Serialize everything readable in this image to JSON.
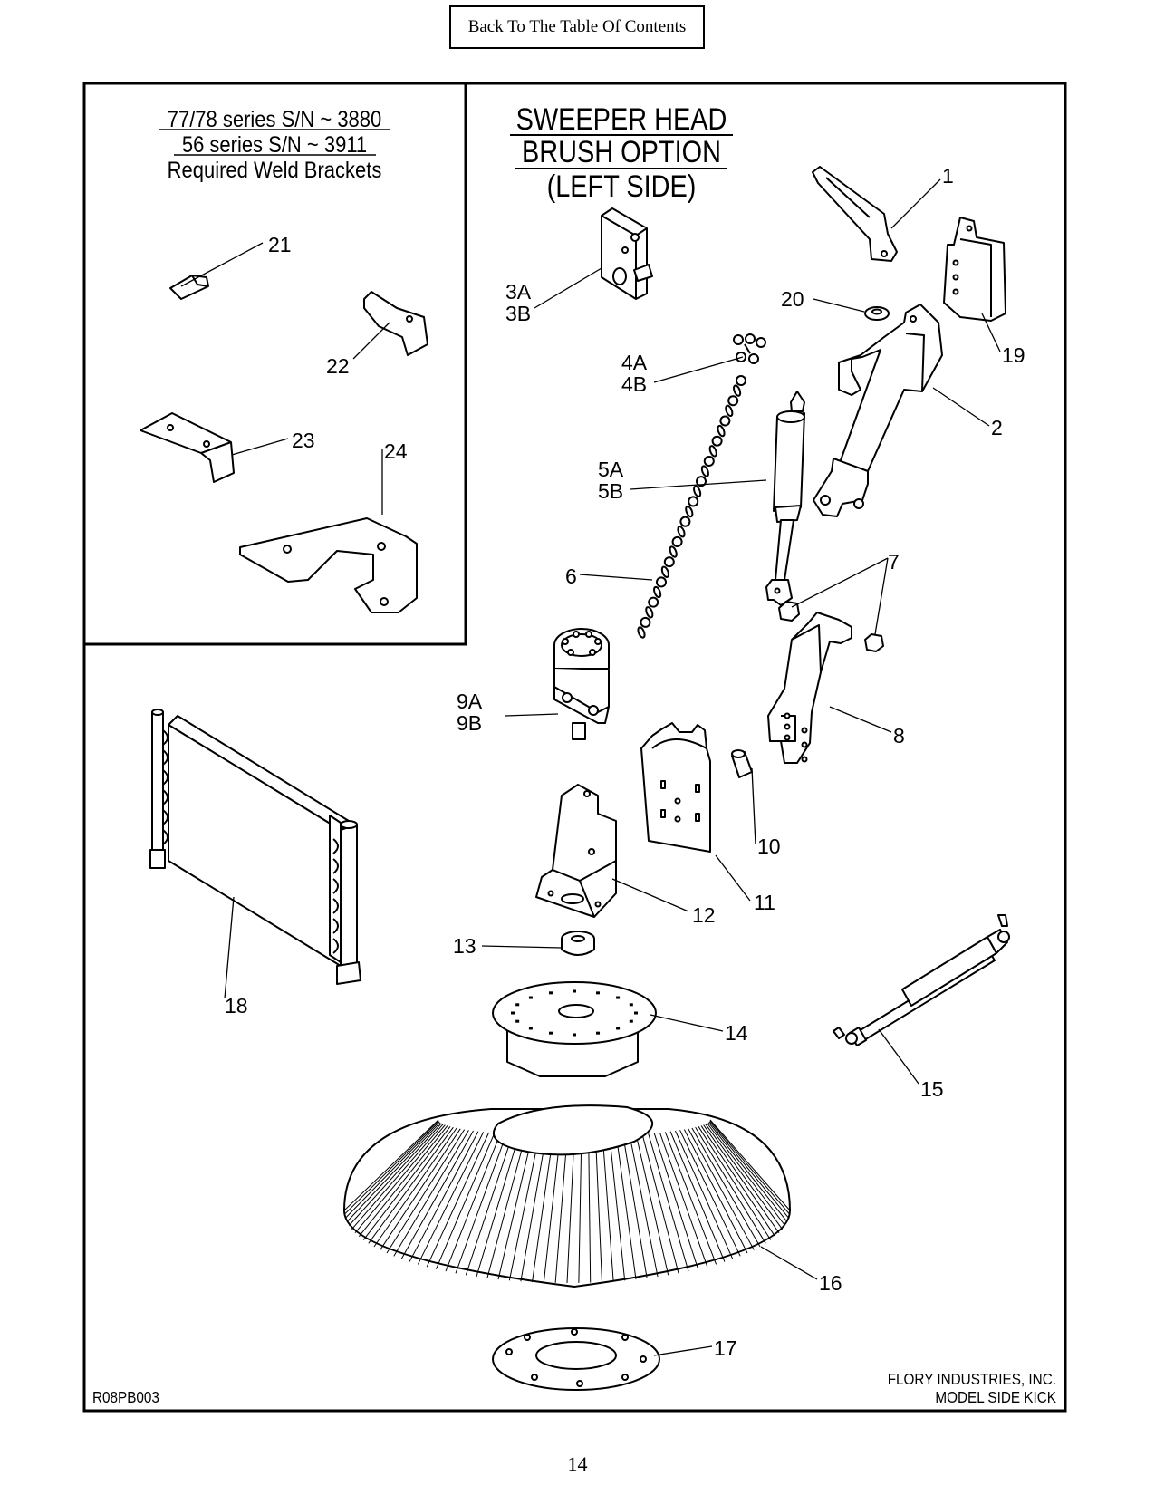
{
  "nav": {
    "back_to_toc": "Back To The Table Of Contents"
  },
  "title": {
    "line1": "SWEEPER HEAD",
    "line2": "BRUSH OPTION",
    "line3": "(LEFT SIDE)"
  },
  "inset": {
    "line1": "77/78 series S/N ~ 3880",
    "line2": "56 series S/N ~ 3911",
    "line3": "Required Weld Brackets"
  },
  "callouts": [
    {
      "id": "c1",
      "text": "1"
    },
    {
      "id": "c2",
      "text": "2"
    },
    {
      "id": "c3a",
      "text": "3A"
    },
    {
      "id": "c3b",
      "text": "3B"
    },
    {
      "id": "c4a",
      "text": "4A"
    },
    {
      "id": "c4b",
      "text": "4B"
    },
    {
      "id": "c5a",
      "text": "5A"
    },
    {
      "id": "c5b",
      "text": "5B"
    },
    {
      "id": "c6",
      "text": "6"
    },
    {
      "id": "c7",
      "text": "7"
    },
    {
      "id": "c8",
      "text": "8"
    },
    {
      "id": "c9a",
      "text": "9A"
    },
    {
      "id": "c9b",
      "text": "9B"
    },
    {
      "id": "c10",
      "text": "10"
    },
    {
      "id": "c11",
      "text": "11"
    },
    {
      "id": "c12",
      "text": "12"
    },
    {
      "id": "c13",
      "text": "13"
    },
    {
      "id": "c14",
      "text": "14"
    },
    {
      "id": "c15",
      "text": "15"
    },
    {
      "id": "c16",
      "text": "16"
    },
    {
      "id": "c17",
      "text": "17"
    },
    {
      "id": "c18",
      "text": "18"
    },
    {
      "id": "c19",
      "text": "19"
    },
    {
      "id": "c20",
      "text": "20"
    },
    {
      "id": "c21",
      "text": "21"
    },
    {
      "id": "c22",
      "text": "22"
    },
    {
      "id": "c23",
      "text": "23"
    },
    {
      "id": "c24",
      "text": "24"
    }
  ],
  "footer": {
    "drawing_number": "R08PB003",
    "company": "FLORY INDUSTRIES, INC.",
    "model": "MODEL SIDE KICK"
  },
  "page_number": "14"
}
